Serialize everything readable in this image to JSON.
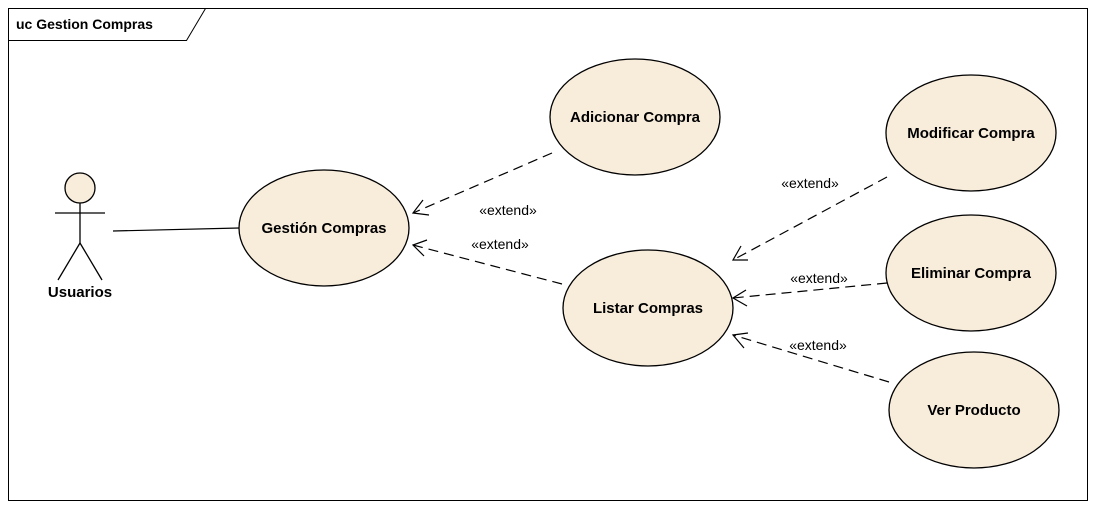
{
  "frame": {
    "title": "uc Gestion Compras"
  },
  "actor": {
    "name": "Usuarios"
  },
  "use_cases": {
    "gestion": "Gestión Compras",
    "adicionar": "Adicionar Compra",
    "listar": "Listar Compras",
    "modificar": "Modificar Compra",
    "eliminar": "Eliminar Compra",
    "ver": "Ver Producto"
  },
  "relations": {
    "adicionar_gestion": "«extend»",
    "listar_gestion": "«extend»",
    "modificar_listar": "«extend»",
    "eliminar_listar": "«extend»",
    "ver_listar": "«extend»"
  },
  "colors": {
    "use_case_fill": "#F8ECDB",
    "stroke": "#000000",
    "background": "#FFFFFF"
  }
}
